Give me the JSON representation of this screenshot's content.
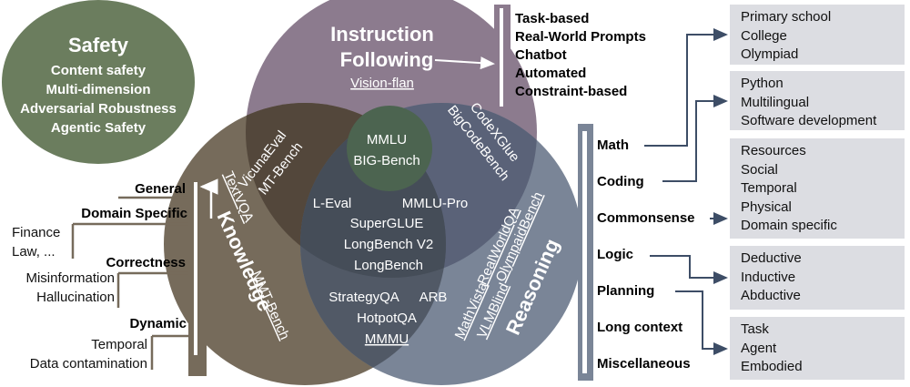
{
  "safety": {
    "title": "Safety",
    "items": [
      "Content safety",
      "Multi-dimension",
      "Adversarial Robustness",
      "Agentic Safety"
    ]
  },
  "instruction_following": {
    "title_line1": "Instruction",
    "title_line2": "Following",
    "benchmark": "Vision-flan",
    "categories": [
      "Task-based",
      "Real-World Prompts",
      "Chatbot",
      "Automated",
      "Constraint-based"
    ]
  },
  "knowledge": {
    "title": "Knowledge",
    "benchmarks": [
      "TextVQA",
      "MMT-Bench"
    ],
    "categories": [
      {
        "label": "General",
        "subs": []
      },
      {
        "label": "Domain Specific",
        "subs": [
          "Finance",
          "Law, ..."
        ]
      },
      {
        "label": "Correctness",
        "subs": [
          "Misinformation",
          "Hallucination"
        ]
      },
      {
        "label": "Dynamic",
        "subs": [
          "Temporal",
          "Data contamination"
        ]
      }
    ]
  },
  "reasoning": {
    "title": "Reasoning",
    "benchmarks": [
      "RealWorldQA",
      "OlympaidBench",
      "MathVista",
      "VLMBlind"
    ],
    "categories": [
      "Math",
      "Coding",
      "Commonsense",
      "Logic",
      "Planning",
      "Long context",
      "Miscellaneous"
    ],
    "groups": [
      {
        "from": "Math",
        "items": [
          "Primary school",
          "College",
          "Olympiad"
        ]
      },
      {
        "from": "Coding",
        "items": [
          "Python",
          "Multilingual",
          "Software development"
        ]
      },
      {
        "from": "Commonsense",
        "items": [
          "Resources",
          "Social",
          "Temporal",
          "Physical",
          "Domain specific"
        ]
      },
      {
        "from": "Logic",
        "items": [
          "Deductive",
          "Inductive",
          "Abductive"
        ]
      },
      {
        "from": "Planning",
        "items": [
          "Task",
          "Agent",
          "Embodied"
        ]
      }
    ]
  },
  "overlaps": {
    "instruction_knowledge": [
      "VicunaEval",
      "MT-Bench"
    ],
    "instruction_reasoning": [
      "CodeXGlue",
      "BigCodeBench"
    ],
    "core": [
      "MMLU",
      "BIG-Bench"
    ],
    "all_three": [
      "L-Eval",
      "MMLU-Pro",
      "SuperGLUE",
      "LongBench V2",
      "LongBench"
    ],
    "knowledge_reasoning": [
      "StrategyQA",
      "ARB",
      "HotpotQA",
      "MMMU"
    ]
  },
  "colors": {
    "safety": "#6b7d5e",
    "instruction": "#8c7b8e",
    "knowledge": "#766b5b",
    "reasoning": "#7a8597",
    "core": "#4c6450",
    "arrow": "#3d4d66",
    "box": "#dcdde2"
  }
}
